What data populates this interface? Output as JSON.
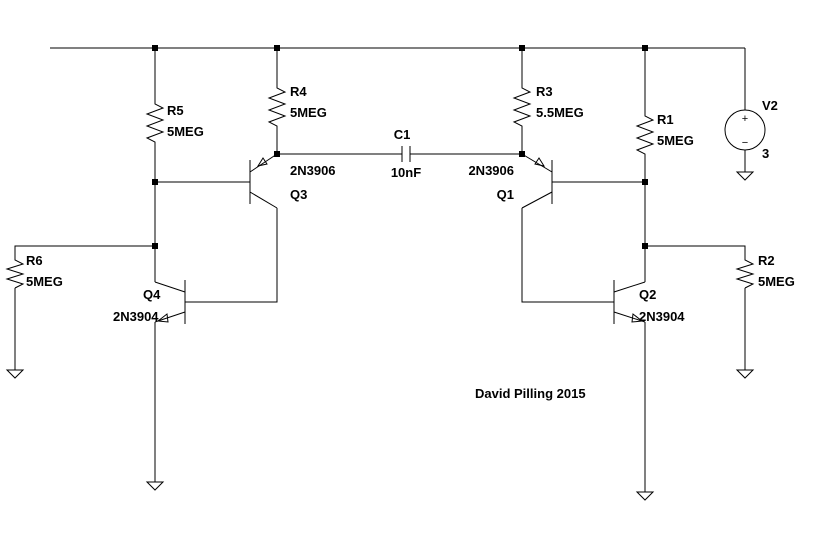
{
  "components": {
    "r5": {
      "ref": "R5",
      "value": "5MEG"
    },
    "r4": {
      "ref": "R4",
      "value": "5MEG"
    },
    "r3": {
      "ref": "R3",
      "value": "5.5MEG"
    },
    "r1": {
      "ref": "R1",
      "value": "5MEG"
    },
    "r6": {
      "ref": "R6",
      "value": "5MEG"
    },
    "r2": {
      "ref": "R2",
      "value": "5MEG"
    },
    "c1": {
      "ref": "C1",
      "value": "10nF"
    },
    "q3": {
      "ref": "Q3",
      "model": "2N3906"
    },
    "q1": {
      "ref": "Q1",
      "model": "2N3906"
    },
    "q4": {
      "ref": "Q4",
      "model": "2N3904"
    },
    "q2": {
      "ref": "Q2",
      "model": "2N3904"
    },
    "v2": {
      "ref": "V2",
      "value": "3",
      "plus": "+",
      "minus": "−"
    }
  },
  "author_note": "David Pilling 2015"
}
